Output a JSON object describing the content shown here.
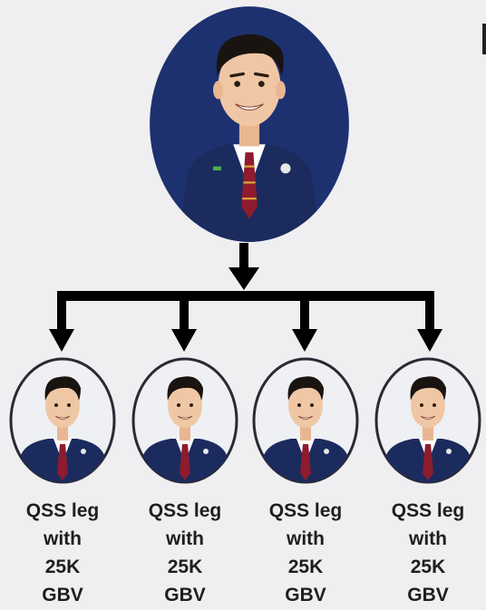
{
  "diagram": {
    "root": {
      "kind": "person-avatar"
    },
    "children": [
      {
        "kind": "person-avatar",
        "label_lines": [
          "QSS leg",
          "with",
          "25K",
          "GBV"
        ]
      },
      {
        "kind": "person-avatar",
        "label_lines": [
          "QSS leg",
          "with",
          "25K",
          "GBV"
        ]
      },
      {
        "kind": "person-avatar",
        "label_lines": [
          "QSS leg",
          "with",
          "25K",
          "GBV"
        ]
      },
      {
        "kind": "person-avatar",
        "label_lines": [
          "QSS leg",
          "with",
          "25K",
          "GBV"
        ]
      }
    ],
    "connector_color": "#000000"
  },
  "colors": {
    "background": "#efeff1",
    "avatar_circle": "#1d3170",
    "suit": "#1c2b5e",
    "hair": "#1a1410",
    "skin": "#f0c7a4",
    "tie": "#8e1c2e",
    "shirt": "#ffffff",
    "child_ring": "#2a2a35"
  }
}
